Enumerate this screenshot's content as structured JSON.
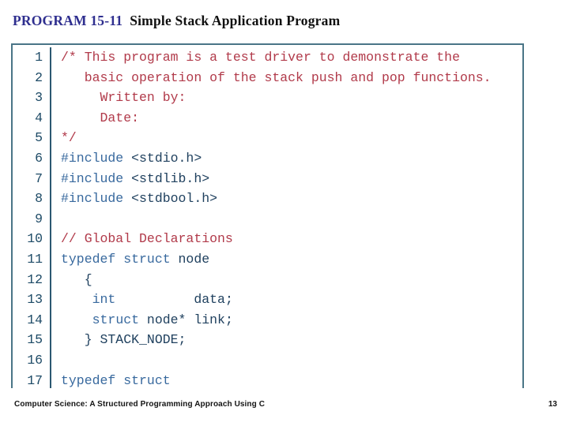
{
  "title": {
    "program_label": "PROGRAM 15-11",
    "program_name": "Simple Stack Application Program"
  },
  "code_panel": {
    "lines": [
      {
        "no": "1",
        "segments": [
          {
            "text": "/* This program is a test driver to demonstrate the",
            "type": "comment"
          }
        ]
      },
      {
        "no": "2",
        "segments": [
          {
            "text": "   basic operation of the stack push and pop functions.",
            "type": "comment"
          }
        ]
      },
      {
        "no": "3",
        "segments": [
          {
            "text": "     Written by:",
            "type": "comment"
          }
        ]
      },
      {
        "no": "4",
        "segments": [
          {
            "text": "     Date:",
            "type": "comment"
          }
        ]
      },
      {
        "no": "5",
        "segments": [
          {
            "text": "*/",
            "type": "comment"
          }
        ]
      },
      {
        "no": "6",
        "segments": [
          {
            "text": "#include",
            "type": "keyword"
          },
          {
            "text": " <stdio.h>",
            "type": "plain"
          }
        ]
      },
      {
        "no": "7",
        "segments": [
          {
            "text": "#include",
            "type": "keyword"
          },
          {
            "text": " <stdlib.h>",
            "type": "plain"
          }
        ]
      },
      {
        "no": "8",
        "segments": [
          {
            "text": "#include",
            "type": "keyword"
          },
          {
            "text": " <stdbool.h>",
            "type": "plain"
          }
        ]
      },
      {
        "no": "9",
        "segments": []
      },
      {
        "no": "10",
        "segments": [
          {
            "text": "// Global Declarations",
            "type": "comment"
          }
        ]
      },
      {
        "no": "11",
        "segments": [
          {
            "text": "typedef struct",
            "type": "keyword"
          },
          {
            "text": " node",
            "type": "plain"
          }
        ]
      },
      {
        "no": "12",
        "segments": [
          {
            "text": "   {",
            "type": "plain"
          }
        ]
      },
      {
        "no": "13",
        "segments": [
          {
            "text": "    ",
            "type": "plain"
          },
          {
            "text": "int",
            "type": "keyword"
          },
          {
            "text": "          data;",
            "type": "plain"
          }
        ]
      },
      {
        "no": "14",
        "segments": [
          {
            "text": "    ",
            "type": "plain"
          },
          {
            "text": "struct",
            "type": "keyword"
          },
          {
            "text": " node* link;",
            "type": "plain"
          }
        ]
      },
      {
        "no": "15",
        "segments": [
          {
            "text": "   } STACK_NODE;",
            "type": "plain"
          }
        ]
      },
      {
        "no": "16",
        "segments": []
      },
      {
        "no": "17",
        "segments": [
          {
            "text": "typedef struct",
            "type": "keyword"
          }
        ]
      }
    ]
  },
  "footer": {
    "book_title": "Computer Science: A Structured Programming Approach Using C",
    "page_number": "13"
  },
  "colors": {
    "title_accent": "#2f2f8f",
    "title_text": "#101010",
    "panel_border": "#4a7587",
    "divider": "#2b5871",
    "line_number": "#1d4a66",
    "comment": "#b13a4a",
    "keyword": "#38699e",
    "plain_code": "#20415f",
    "footer_text": "#141414",
    "background": "#ffffff"
  }
}
